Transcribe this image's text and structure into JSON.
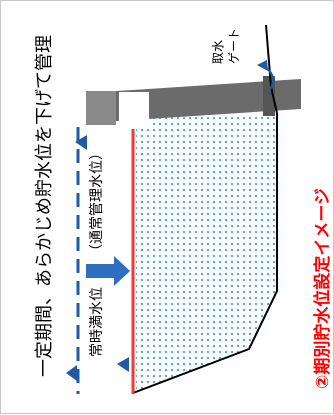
{
  "title_lines": {
    "main": "一定期間、あらかじめ貯水位を下げて管理",
    "sub": "②期別貯水位設定イメージ"
  },
  "labels": {
    "normal_full_level": "常時満水位",
    "normal_mgmt_level": "（通常管理水位）",
    "intake_gate_1": "取水",
    "intake_gate_2": "ゲート"
  },
  "colors": {
    "title_text": "#000000",
    "subtitle_text": "#ff0000",
    "red_line": "#ff3333",
    "dashed_line": "#1f5aa6",
    "arrow": "#2e6fc0",
    "gate_dark": "#6b6b6b",
    "water_dots": "#3aa8c8",
    "markers": "#1f5aa6"
  },
  "icons": {
    "arrow": "right-arrow-icon",
    "curved_arrow": "curved-arrow-icon",
    "level_marker": "triangle-marker-icon"
  }
}
